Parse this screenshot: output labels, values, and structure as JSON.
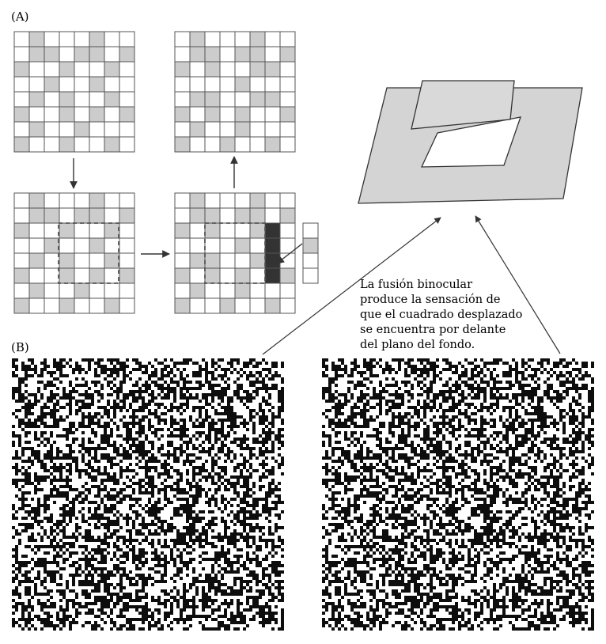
{
  "labels": {
    "panel_a": "(A)",
    "panel_b": "(B)"
  },
  "caption": {
    "lines": [
      "La fusión binocular",
      "produce la sensación de",
      "que el cuadrado desplazado",
      "se encuentra por delante",
      "del plano del fondo."
    ]
  },
  "colors": {
    "grid_line": "#555555",
    "shaded_cell": "#cccccc",
    "black_cell": "#333333",
    "plane_fill": "#d4d4d4",
    "arrow": "#333333"
  }
}
